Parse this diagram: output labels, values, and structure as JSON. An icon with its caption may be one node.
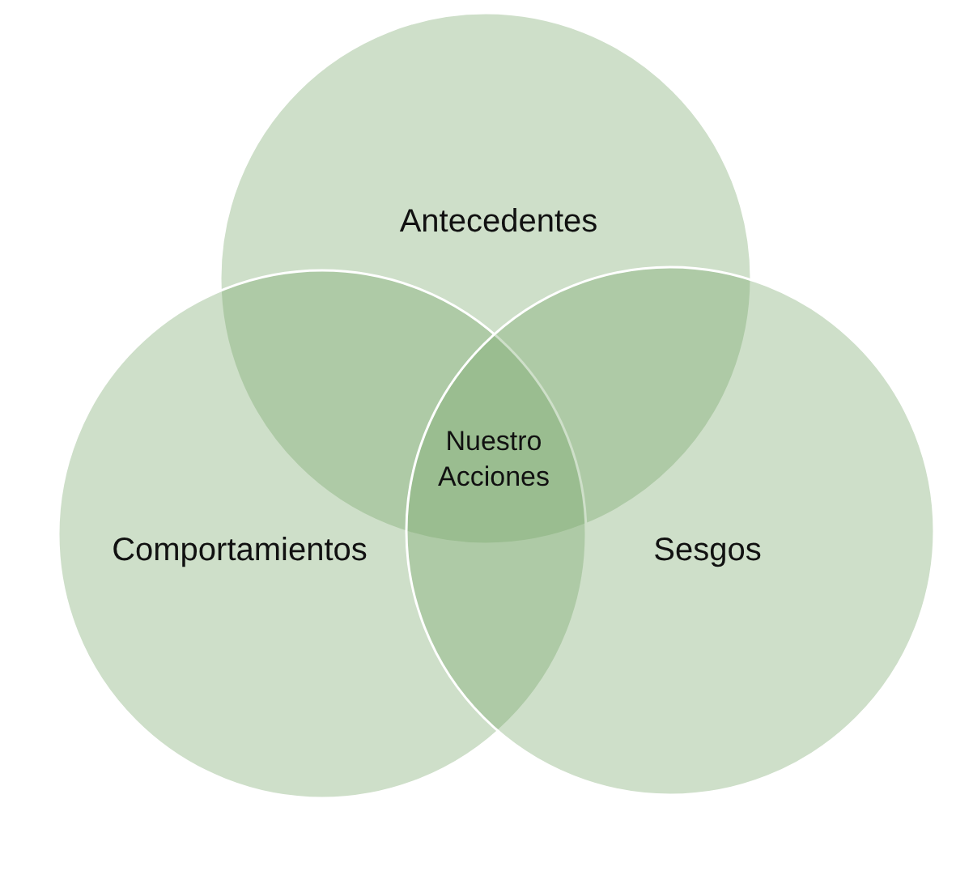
{
  "diagram": {
    "nodes": [
      {
        "text": [
          "Antecedentes"
        ]
      },
      {
        "text": [
          "Nuestro Acciones"
        ]
      },
      {
        "text": [
          "Comportamientos"
        ]
      },
      {
        "text": [
          "Sesgos"
        ]
      }
    ]
  }
}
